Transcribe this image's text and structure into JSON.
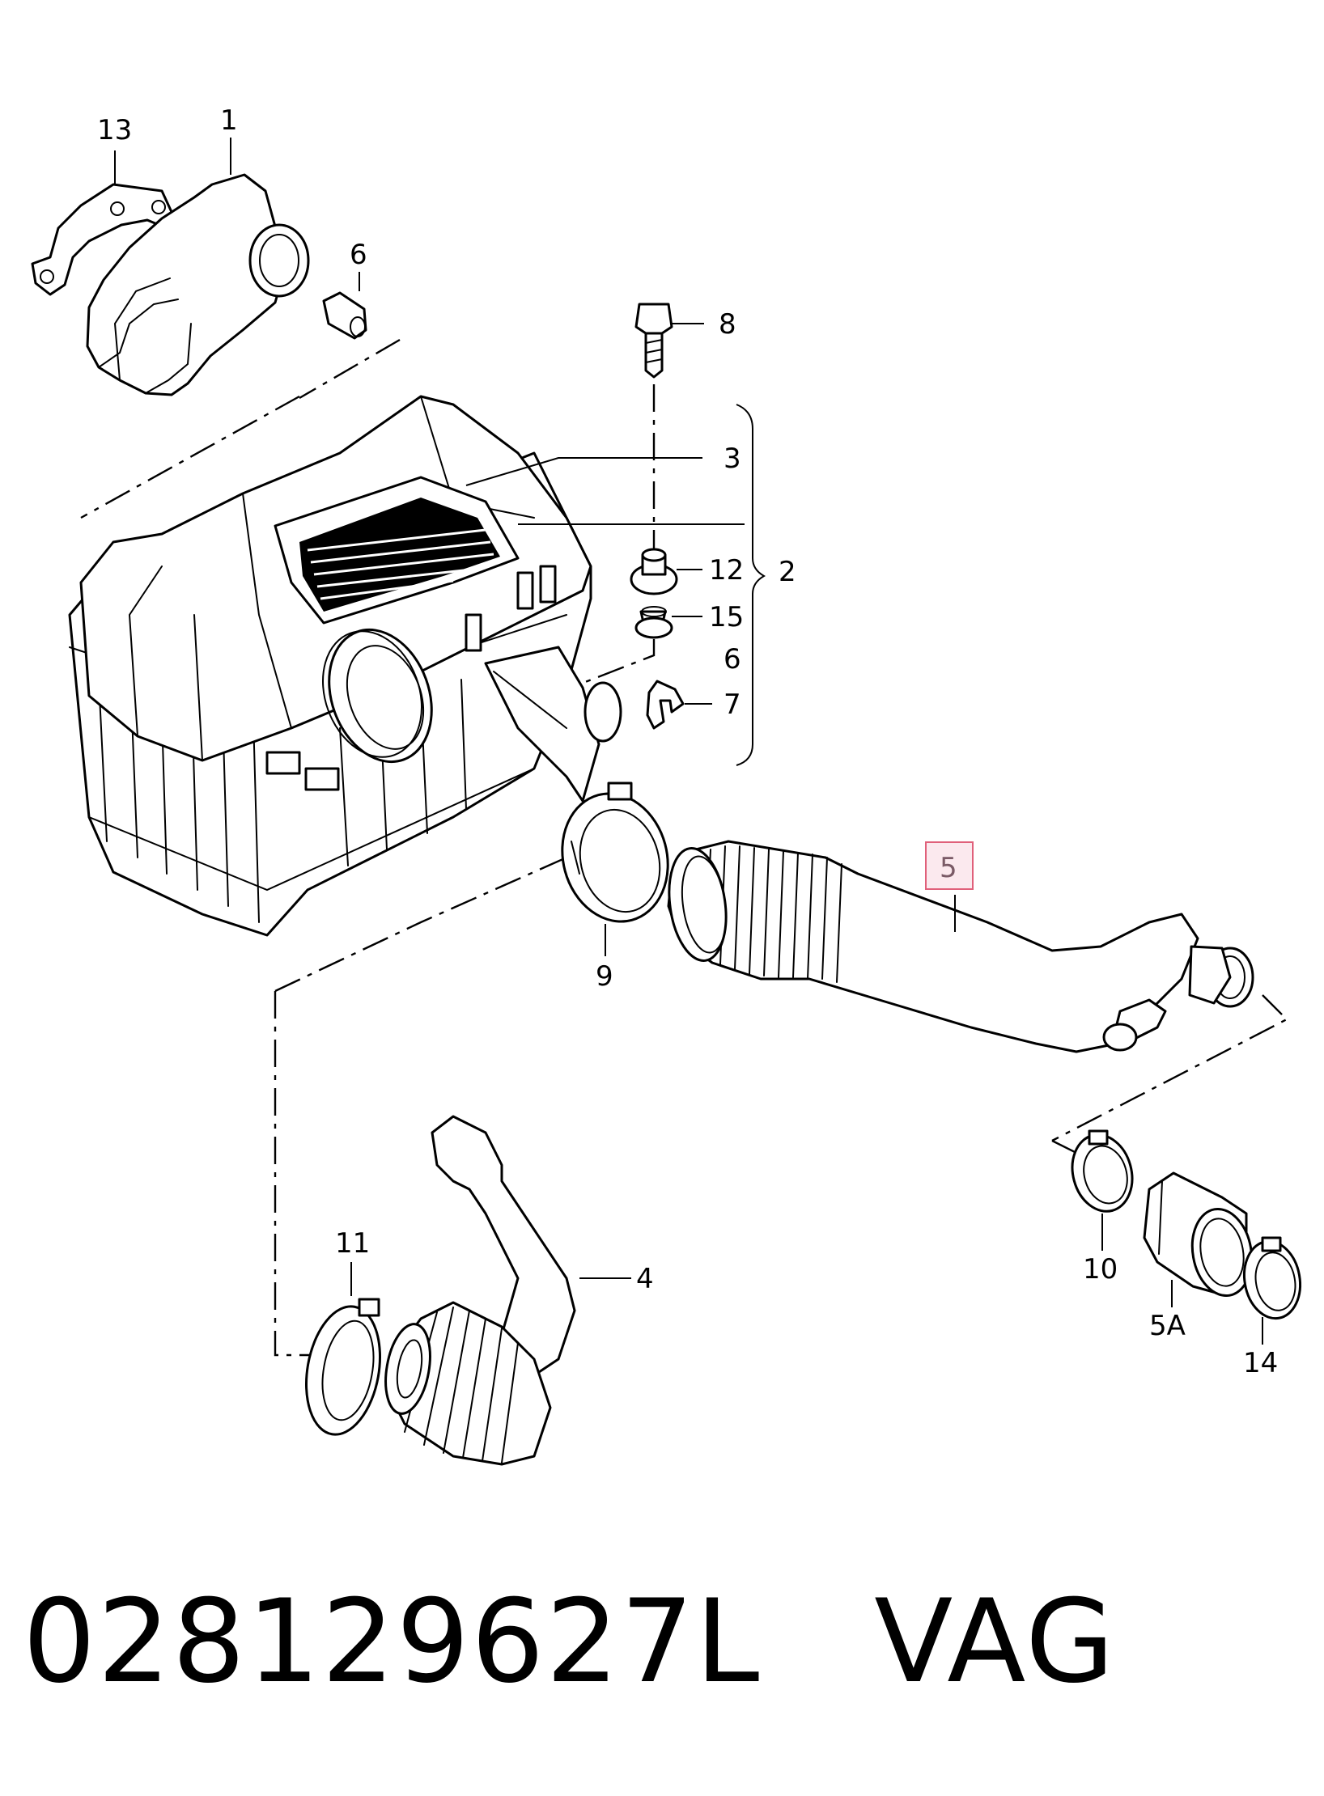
{
  "callouts": {
    "c1": "1",
    "c2": "2",
    "c3": "3",
    "c4": "4",
    "c5": "5",
    "c5a": "5A",
    "c6_top": "6",
    "c6_mid": "6",
    "c7": "7",
    "c8": "8",
    "c9": "9",
    "c10": "10",
    "c11": "11",
    "c12": "12",
    "c13": "13",
    "c14": "14",
    "c15": "15"
  },
  "highlight": {
    "part": "5",
    "color": "#e0607a"
  },
  "caption": {
    "part_number": "028129627L",
    "brand": "VAG"
  }
}
